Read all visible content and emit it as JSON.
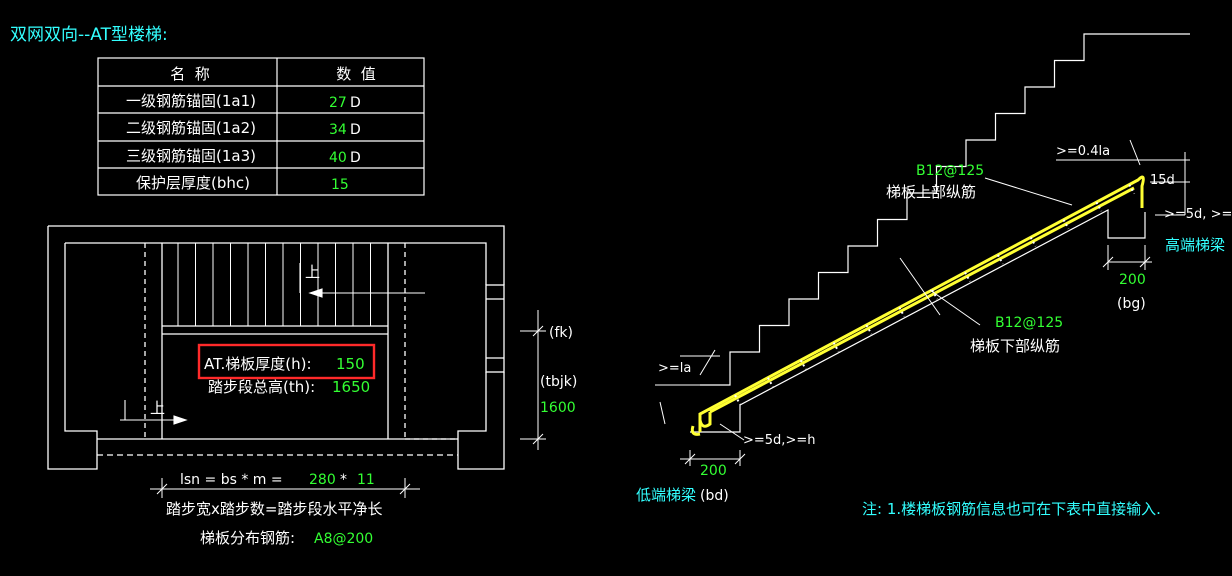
{
  "title": "双网双向--AT型楼梯:",
  "colors": {
    "background": "#000000",
    "line": "#ffffff",
    "value": "#33ff33",
    "highlight": "#ff2a2a",
    "rebar": "#ffff33",
    "cyan": "#33ffff",
    "text": "#ffffff"
  },
  "table": {
    "headers": [
      "名  称",
      "数  值"
    ],
    "rows": [
      {
        "name": "一级钢筋锚固(1a1)",
        "value": "27",
        "unit": "D"
      },
      {
        "name": "二级钢筋锚固(1a2)",
        "value": "34",
        "unit": "D"
      },
      {
        "name": "三级钢筋锚固(1a3)",
        "value": "40",
        "unit": "D"
      },
      {
        "name": "保护层厚度(bhc)",
        "value": "15",
        "unit": ""
      }
    ]
  },
  "plan": {
    "up_label_top": "上",
    "up_label_bottom": "上",
    "thickness_label": "AT.梯板厚度(h):",
    "thickness_value": "150",
    "height_label": "踏步段总高(th):",
    "height_value": "1650",
    "fk_label": "(fk)",
    "tbjk_label": "(tbjk)",
    "tbjk_value": "1600",
    "lsn_label": "lsn = bs * m =",
    "bs_value": "280",
    "times": "*",
    "m_value": "11",
    "lsn_caption": "踏步宽x踏步数=踏步段水平净长",
    "dist_label": "梯板分布钢筋:",
    "dist_value": "A8@200"
  },
  "section": {
    "top_rebar_code": "B12@125",
    "top_rebar_name": "梯板上部纵筋",
    "bottom_rebar_code": "B12@125",
    "bottom_rebar_name": "梯板下部纵筋",
    "anchor_top": ">=0.4la",
    "hook_15d": "15d",
    "anchor_high": ">=5d, >=",
    "high_beam": "高端梯梁",
    "bg_value": "200",
    "bg_label": "(bg)",
    "anchor_low": ">=la",
    "anchor_low2": ">=5d,>=h",
    "bd_value": "200",
    "low_beam": "低端梯梁",
    "bd_label": "(bd)"
  },
  "note": "注: 1.楼梯板钢筋信息也可在下表中直接输入."
}
